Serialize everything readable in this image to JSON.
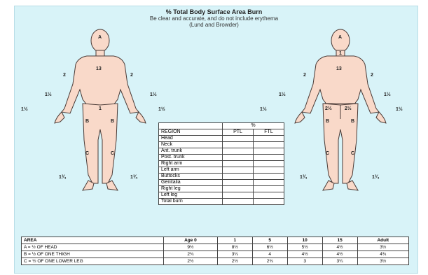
{
  "document": {
    "title": "% Total Body Surface Area Burn",
    "subtitle": "Be clear and accurate, and do not include erythema",
    "credit": "(Lund and Browder)"
  },
  "figures": {
    "front": {
      "labels": {
        "head": "A",
        "trunk": "13",
        "left_upper_arm": "2",
        "right_upper_arm": "2",
        "left_forearm": "1½",
        "right_forearm": "1½",
        "left_hand": "1½",
        "right_hand": "1½",
        "genitals": "1",
        "left_thigh": "B",
        "right_thigh": "B",
        "left_leg": "C",
        "right_leg": "C",
        "left_foot": "1¾",
        "right_foot": "1¾"
      }
    },
    "back": {
      "labels": {
        "head": "A",
        "neck": "1",
        "trunk": "13",
        "left_upper_arm": "2",
        "right_upper_arm": "2",
        "left_forearm": "1½",
        "right_forearm": "1½",
        "left_hand": "1½",
        "right_hand": "1½",
        "left_buttock": "2½",
        "right_buttock": "2½",
        "left_thigh": "B",
        "right_thigh": "B",
        "left_leg": "C",
        "right_leg": "C",
        "left_foot": "1¾",
        "right_foot": "1¾"
      }
    }
  },
  "region_table": {
    "percent_header": "%",
    "headers": [
      "REGION",
      "PTL",
      "FTL"
    ],
    "rows": [
      "Head",
      "Neck",
      "Ant. trunk",
      "Post. trunk",
      "Right arm",
      "Left arm",
      "Buttocks",
      "Genitalia",
      "Right leg",
      "Left leg",
      "Total burn"
    ]
  },
  "area_table": {
    "headers": [
      "AREA",
      "Age 0",
      "1",
      "5",
      "10",
      "15",
      "Adult"
    ],
    "rows": [
      [
        "A = ½ OF HEAD",
        "9½",
        "8½",
        "6½",
        "5½",
        "4½",
        "3½"
      ],
      [
        "B = ½ OF ONE THIGH",
        "2¾",
        "3¼",
        "4",
        "4½",
        "4½",
        "4¾"
      ],
      [
        "C = ½ OF ONE LOWER LEG",
        "2½",
        "2½",
        "2¾",
        "3",
        "3¼",
        "3½"
      ]
    ]
  },
  "colors": {
    "panel": "#d8f3f8",
    "skin": "#f9d9c9",
    "outline": "#4a3a36"
  }
}
